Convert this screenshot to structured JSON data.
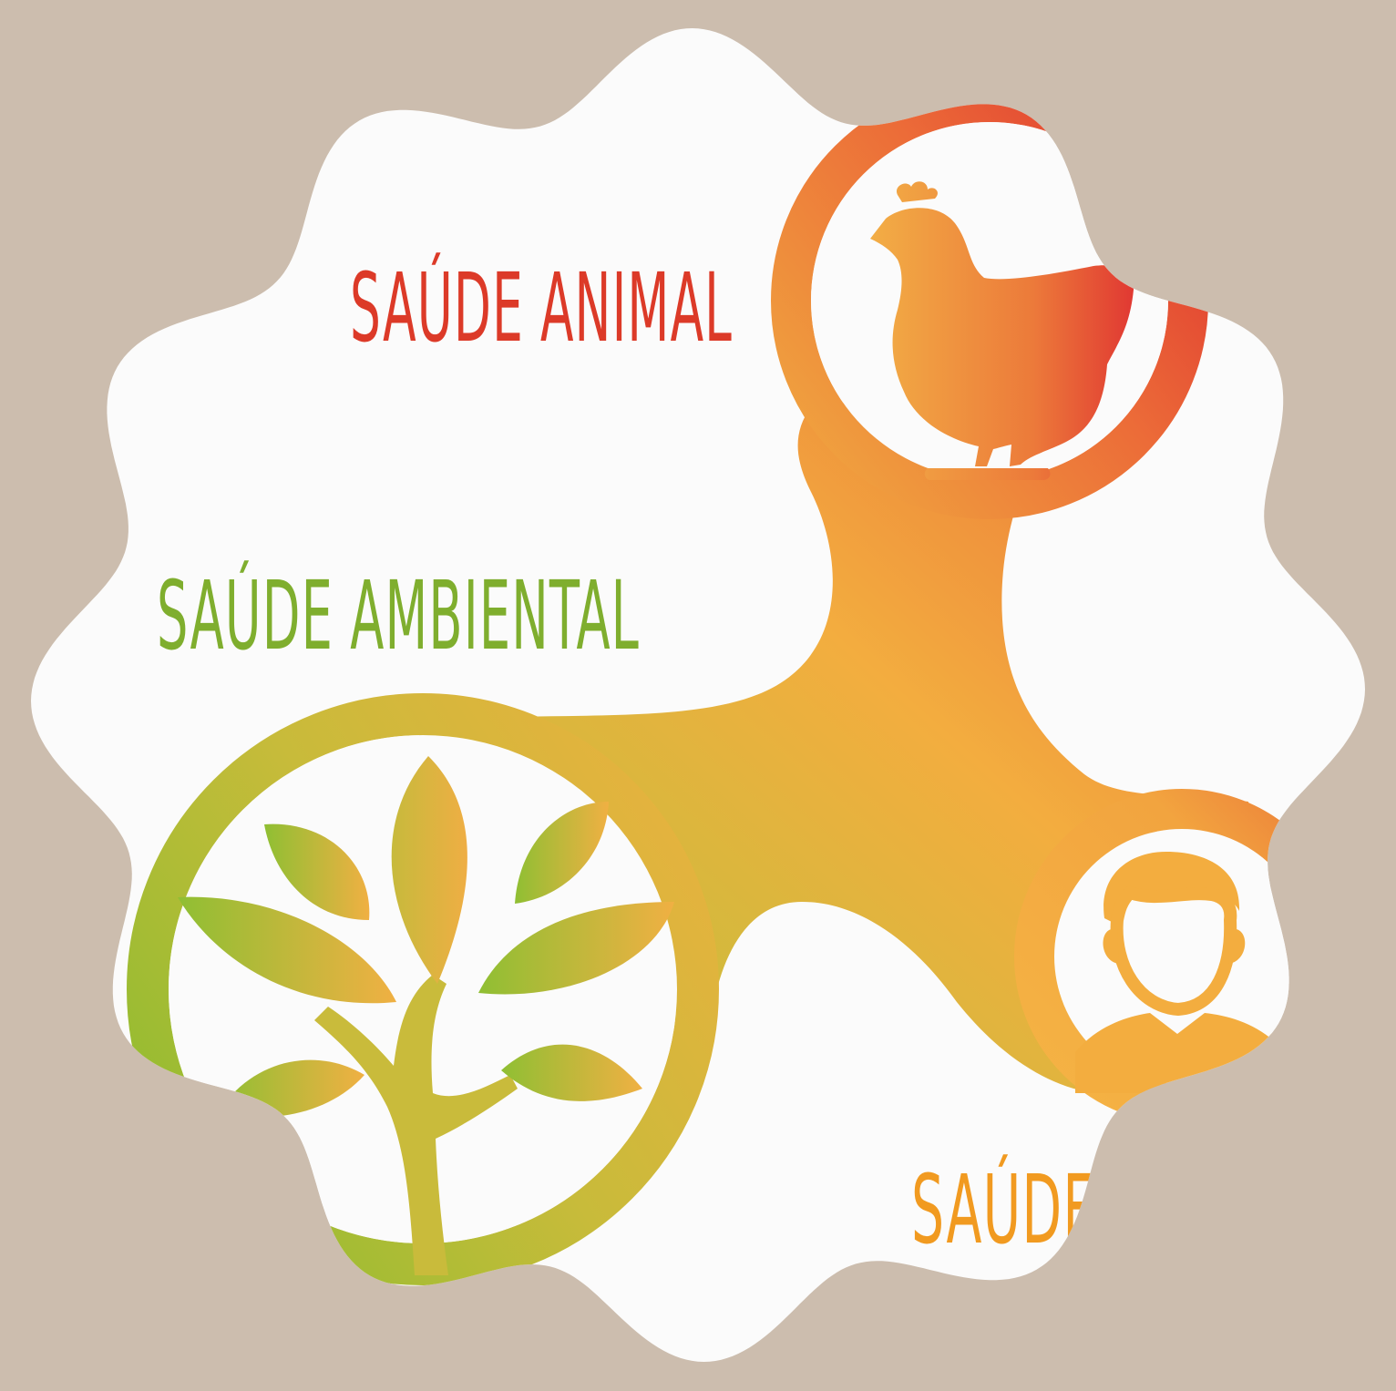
{
  "labels": {
    "animal": "SAÚDE ANIMAL",
    "environmental": "SAÚDE AMBIENTAL",
    "human": "SAÚDE HUMA"
  },
  "colors": {
    "background": "#ccbdae",
    "badge": "#fbfbfb",
    "animal_text": "#dc3a28",
    "environmental_text": "#7fae2e",
    "human_text": "#f19a20",
    "gradient_orange": "#f3ad3f",
    "gradient_red": "#df3531",
    "gradient_green": "#93bf32"
  },
  "icons": {
    "animal": "hen-icon",
    "environmental": "tree-icon",
    "human": "person-icon"
  }
}
